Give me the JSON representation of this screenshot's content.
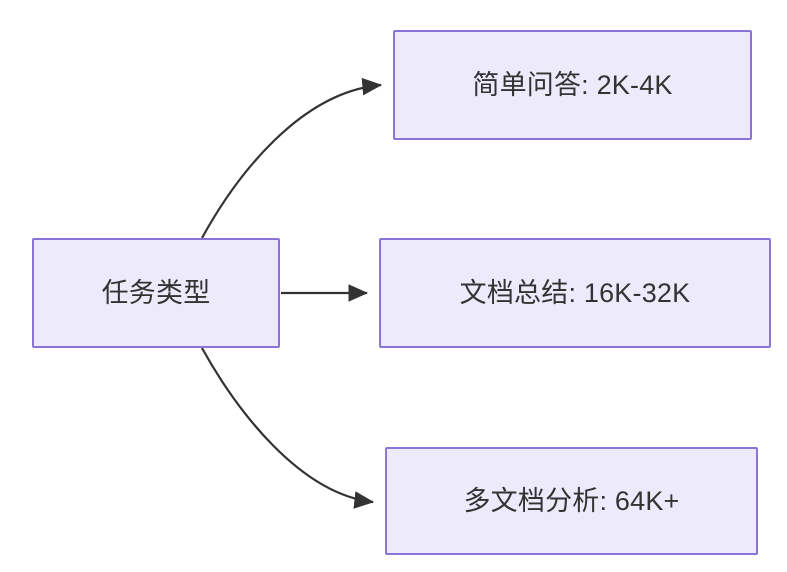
{
  "diagram": {
    "type": "flowchart",
    "direction": "left-to-right",
    "title": "任务类型",
    "background_color": "#ffffff",
    "node_fill_color": "#ECEAFB",
    "node_border_color": "#8A74D8",
    "node_text_color": "#333333",
    "edge_color": "#333333",
    "nodes": [
      {
        "id": "root",
        "label": "任务类型",
        "role": "source"
      },
      {
        "id": "simple-qa",
        "label": "简单问答: 2K-4K",
        "role": "target"
      },
      {
        "id": "doc-summary",
        "label": "文档总结: 16K-32K",
        "role": "target"
      },
      {
        "id": "multi-doc",
        "label": "多文档分析: 64K+",
        "role": "target"
      }
    ],
    "edges": [
      {
        "id": "edge-root-simple-qa",
        "from": "root",
        "to": "simple-qa",
        "label": "",
        "style": "curved-arrow"
      },
      {
        "id": "edge-root-doc-summary",
        "from": "root",
        "to": "doc-summary",
        "label": "",
        "style": "straight-arrow"
      },
      {
        "id": "edge-root-multi-doc",
        "from": "root",
        "to": "multi-doc",
        "label": "",
        "style": "curved-arrow"
      }
    ]
  }
}
